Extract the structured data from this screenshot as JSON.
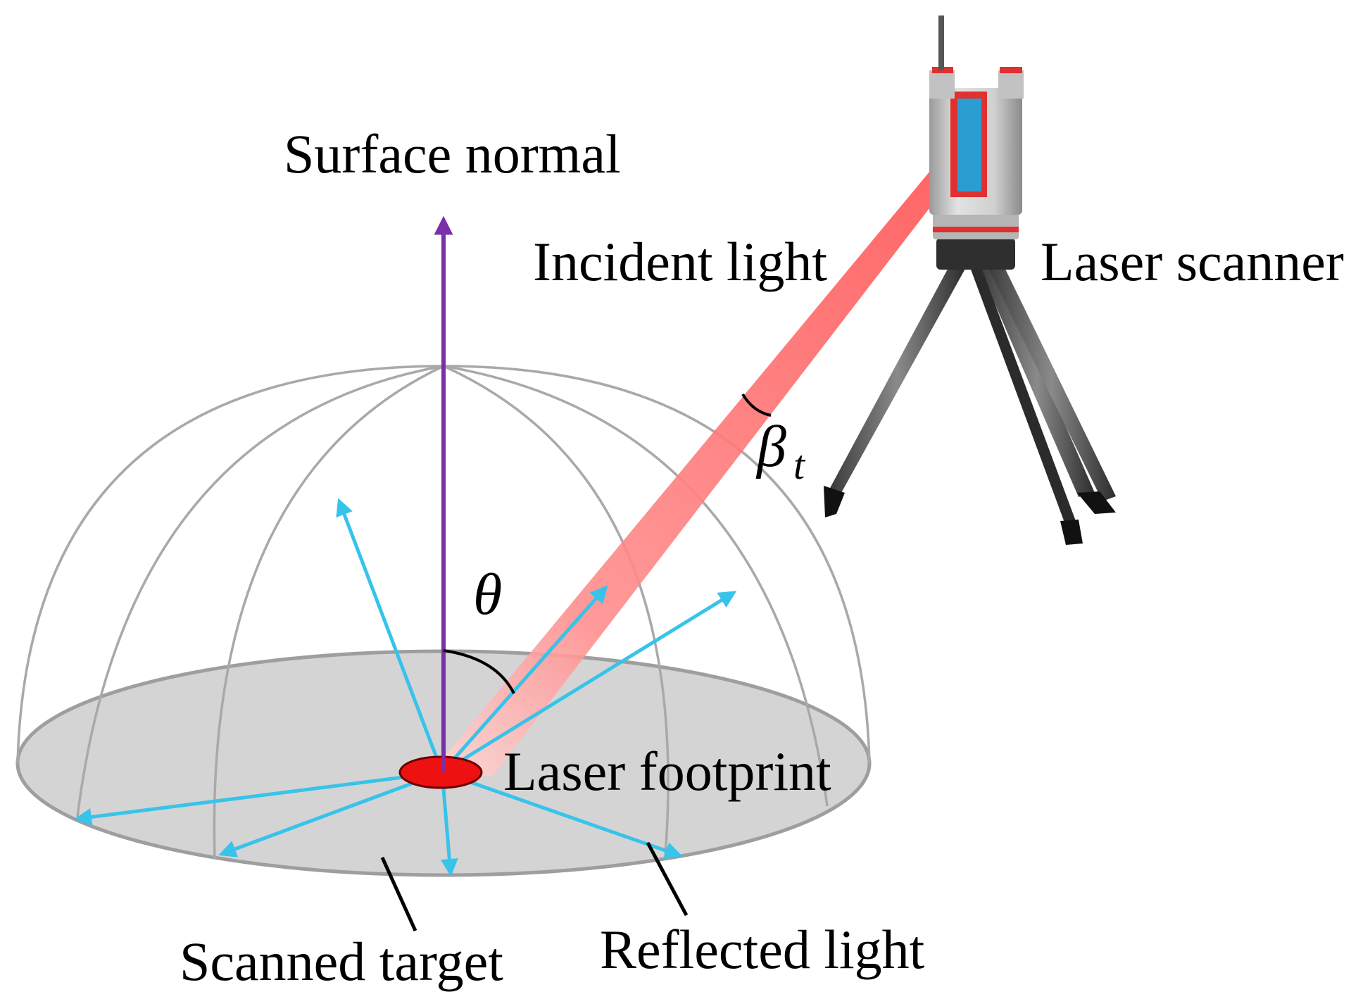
{
  "labels": {
    "surface_normal": "Surface normal",
    "incident_light": "Incident light",
    "laser_scanner": "Laser scanner",
    "laser_footprint": "Laser footprint",
    "scanned_target": "Scanned target",
    "reflected_light": "Reflected light",
    "theta": "θ",
    "beta": "β",
    "beta_subscript": "t"
  },
  "colors": {
    "normal_arrow": "#7b2fa8",
    "reflected_arrows": "#37c3ea",
    "incident_beam": "#ff6b6b",
    "footprint": "#ee1111",
    "target_surface": "#d4d4d4",
    "hemisphere_lines": "#a9a9a9",
    "scanner_body": "#c8c8c8",
    "scanner_accent": "#e03030"
  },
  "icons": {
    "scanner": "laser-scanner-on-tripod-icon"
  }
}
